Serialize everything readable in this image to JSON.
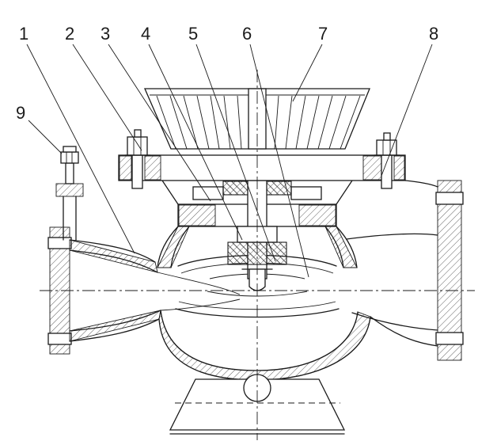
{
  "figure": {
    "kind": "technical sectional drawing",
    "description": "Cross-section of a vertical inline centrifugal pump with numbered part callouts",
    "callouts": [
      {
        "label": "1"
      },
      {
        "label": "2"
      },
      {
        "label": "3"
      },
      {
        "label": "4"
      },
      {
        "label": "5"
      },
      {
        "label": "6"
      },
      {
        "label": "7"
      },
      {
        "label": "8"
      },
      {
        "label": "9"
      }
    ]
  },
  "colors": {
    "ink": "#1b1b1b",
    "paper": "#ffffff"
  }
}
